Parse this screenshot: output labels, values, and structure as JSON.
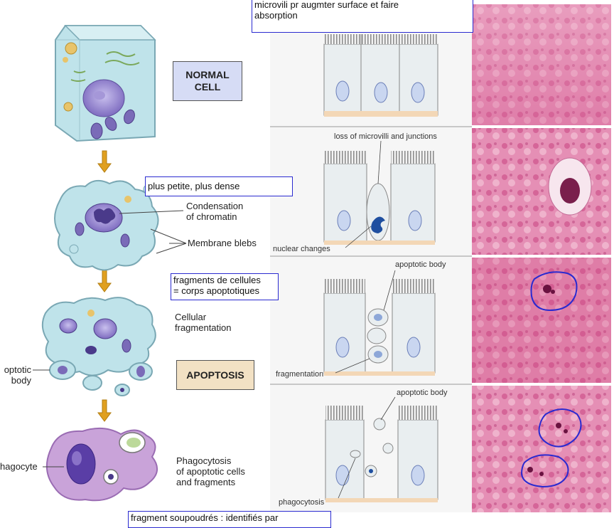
{
  "boxes": {
    "normal_cell": "NORMAL\nCELL",
    "apoptosis": "APOPTOSIS"
  },
  "labels": {
    "condensation": "Condensation\nof chromatin",
    "membrane_blebs": "Membrane blebs",
    "cellular_fragmentation": "Cellular\nfragmentation",
    "apoptotic_body": "optotic\nbody",
    "phagocyte": "hagocyte",
    "phagocytosis": "Phagocytosis\nof apoptotic cells\nand fragments"
  },
  "panel_labels": {
    "loss_microvilli": "loss of microvilli and junctions",
    "nuclear_changes": "nuclear changes",
    "apoptotic_body_1": "apoptotic body",
    "fragmentation": "fragmentation",
    "apoptotic_body_2": "apoptotic body",
    "phagocytosis": "phagocytosis"
  },
  "notes": {
    "top": "microvili pr augmter surface et faire\nabsorption",
    "smaller": "plus petite, plus dense",
    "fragments": "fragments de cellules\n= corps apoptotiques",
    "bottom": "fragment soupoudrés : identifiés par"
  },
  "colors": {
    "annotation_border": "#2a2ad0",
    "normal_box": "#d6dcf5",
    "apoptosis_box": "#f2e1c4",
    "arrow": "#e0a020",
    "cell_fill": "#bfe3ea",
    "nucleus": "#7a6bb8",
    "histology_pink": "#d9669a"
  }
}
